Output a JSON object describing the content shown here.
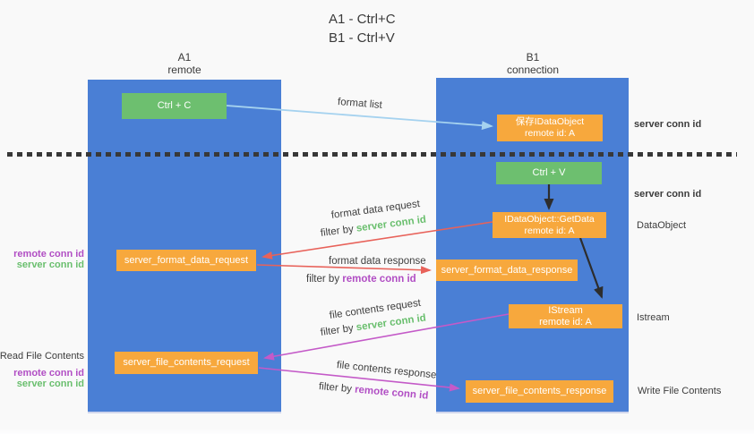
{
  "title": {
    "line1": "A1 - Ctrl+C",
    "line2": "B1 - Ctrl+V"
  },
  "lanes": {
    "left": {
      "name": "A1",
      "role": "remote"
    },
    "right": {
      "name": "B1",
      "role": "connection"
    }
  },
  "boxes": {
    "ctrl_c": {
      "label": "Ctrl + C"
    },
    "ctrl_v": {
      "label": "Ctrl + V"
    },
    "save_idataobject": {
      "line1": "保存IDataObject",
      "line2": "remote id: A"
    },
    "idataobject_getdata": {
      "line1": "IDataObject::GetData",
      "line2": "remote id: A"
    },
    "istream": {
      "line1": "IStream",
      "line2": "remote id: A"
    },
    "server_format_data_request": {
      "label": "server_format_data_request"
    },
    "server_format_data_response": {
      "label": "server_format_data_response"
    },
    "server_file_contents_request": {
      "label": "server_file_contents_request"
    },
    "server_file_contents_response": {
      "label": "server_file_contents_response"
    }
  },
  "arrow_labels": {
    "format_list": "format list",
    "format_data_request": "format data request",
    "format_data_request_filter_prefix": "filter by ",
    "format_data_request_filter_key": "server conn id",
    "format_data_response": "format data response",
    "format_data_response_filter_prefix": "filter by ",
    "format_data_response_filter_key": "remote conn id",
    "file_contents_request": "file contents request",
    "file_contents_request_filter_prefix": "filter by ",
    "file_contents_request_filter_key": "server conn id",
    "file_contents_response": "file contents response",
    "file_contents_response_filter_prefix": "filter by ",
    "file_contents_response_filter_key": "remote conn id"
  },
  "side_annotations": {
    "left_format": {
      "remote_conn_id": "remote conn id",
      "server_conn_id": "server conn id"
    },
    "left_file": {
      "title": "Read File Contents",
      "remote_conn_id": "remote conn id",
      "server_conn_id": "server conn id"
    },
    "right_top_server_conn_id": "server conn id",
    "right_mid_server_conn_id": "server conn id",
    "right_dataobject": "DataObject",
    "right_istream": "Istream",
    "right_write_file": "Write File Contents"
  },
  "colors": {
    "lane_blue": "#4a7fd5",
    "box_green": "#6dbf6f",
    "box_orange": "#f7a83d",
    "arrow_light_blue": "#a5d2ef",
    "arrow_red": "#e8625a",
    "arrow_magenta": "#c45ac8",
    "arrow_black": "#2d2d2d",
    "text_green": "#6abf6e",
    "text_purple": "#b14ec4",
    "background": "#f9f9f9"
  }
}
